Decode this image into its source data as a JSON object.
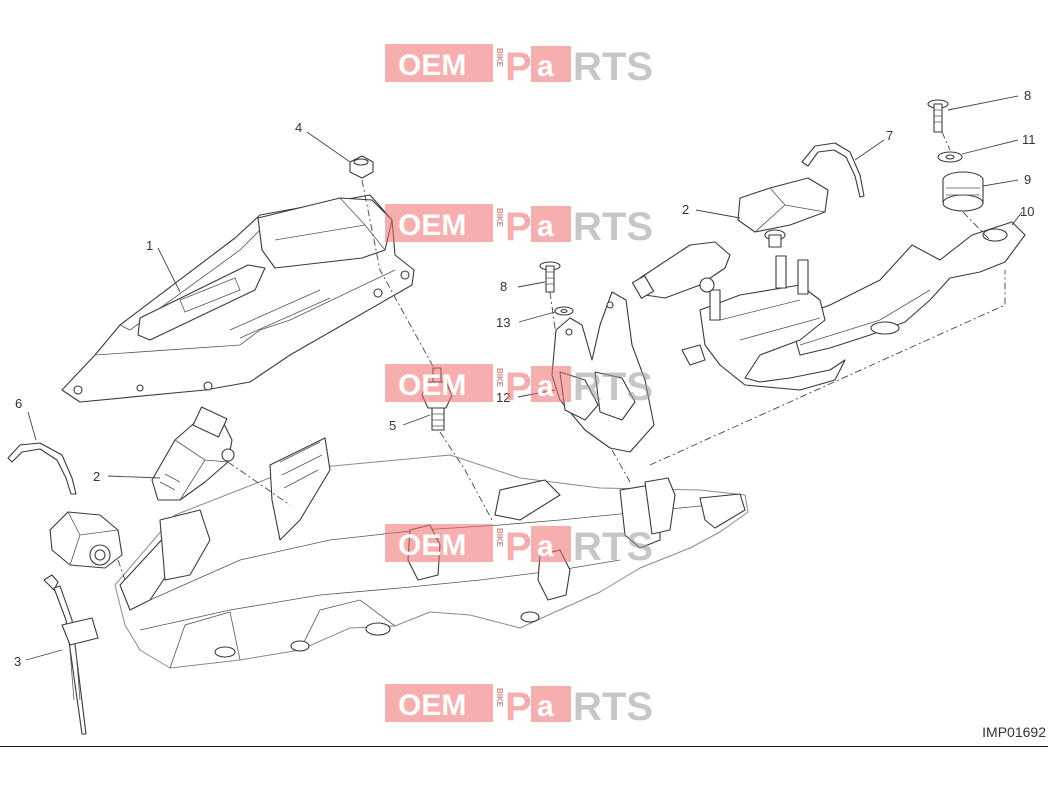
{
  "watermark": {
    "oem": "OEM",
    "bike": "BIKE",
    "p": "P",
    "a": "a",
    "rts": "RTS",
    "accent_color": "#ee6b6b",
    "gray_color": "#9a9a9a"
  },
  "callouts": {
    "c1": "1",
    "c2a": "2",
    "c2b": "2",
    "c3": "3",
    "c4": "4",
    "c5": "5",
    "c6": "6",
    "c7": "7",
    "c8a": "8",
    "c8b": "8",
    "c9": "9",
    "c10": "10",
    "c11": "11",
    "c12": "12",
    "c13": "13"
  },
  "drawing_code": "IMP01692"
}
